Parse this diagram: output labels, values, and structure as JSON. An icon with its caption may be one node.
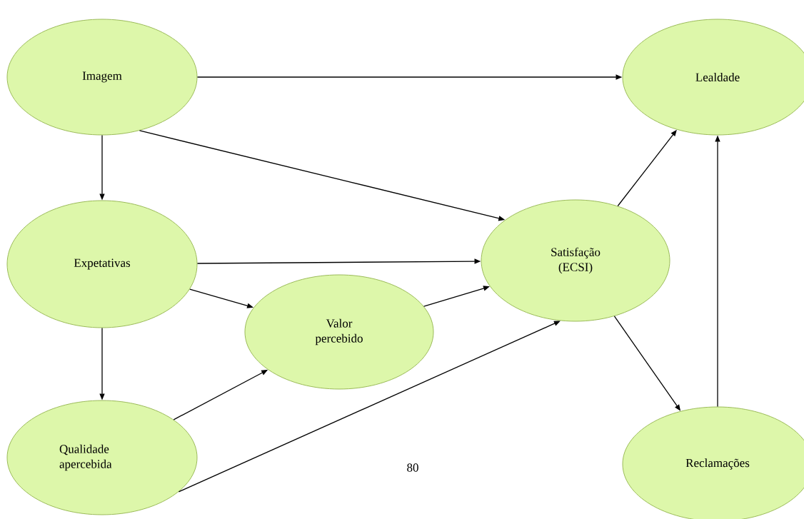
{
  "diagram": {
    "nodes": [
      {
        "text": [
          "Imagem"
        ]
      },
      {
        "text": [
          "Lealdade"
        ]
      },
      {
        "text": [
          "Expetativas"
        ]
      },
      {
        "text": [
          "Satisfação (ECSI)"
        ]
      },
      {
        "text": [
          "Valor percebido"
        ]
      },
      {
        "text": [
          "Qualidade apercebida"
        ]
      },
      {
        "text": [
          "Reclamações"
        ]
      }
    ],
    "edges": [
      {
        "from": 0,
        "to": 1,
        "arrow": "to"
      },
      {
        "from": 0,
        "to": 2,
        "arrow": "to"
      },
      {
        "from": 0,
        "to": 3,
        "arrow": "to"
      },
      {
        "from": 2,
        "to": 3,
        "arrow": "to"
      },
      {
        "from": 2,
        "to": 4,
        "arrow": "to"
      },
      {
        "from": 2,
        "to": 5,
        "arrow": "to"
      },
      {
        "from": 4,
        "to": 3,
        "arrow": "to"
      },
      {
        "from": 5,
        "to": 4,
        "arrow": "to"
      },
      {
        "from": 5,
        "to": 3,
        "arrow": "to"
      },
      {
        "from": 3,
        "to": 1,
        "arrow": "to"
      },
      {
        "from": 3,
        "to": 6,
        "arrow": "to"
      },
      {
        "from": 6,
        "to": 1,
        "arrow": "to"
      }
    ],
    "labels": [
      "80"
    ]
  }
}
